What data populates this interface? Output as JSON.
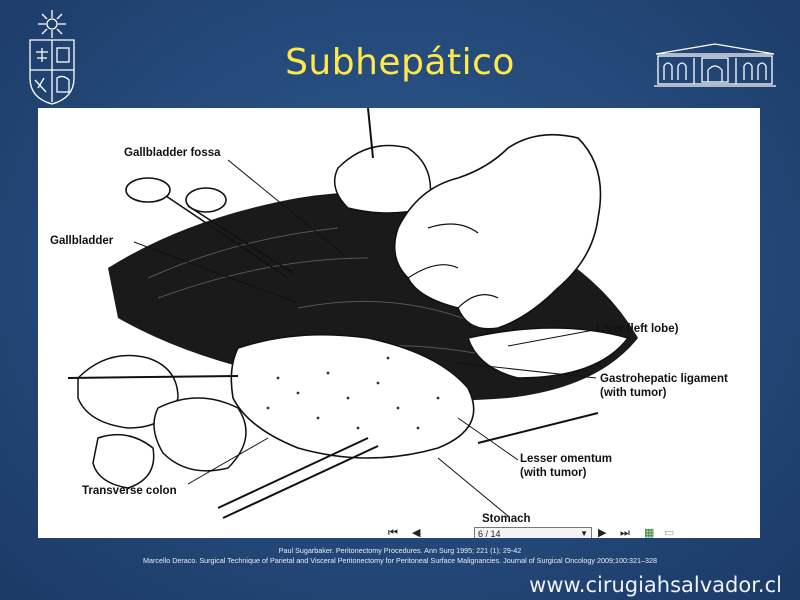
{
  "slide": {
    "title": "Subhepático",
    "website": "www.cirugiahsalvador.cl"
  },
  "figure": {
    "labels": {
      "gallbladder_fossa": "Gallbladder fossa",
      "gallbladder": "Gallbladder",
      "liver_left_lobe": "Liver (left lobe)",
      "gastrohepatic_ligament": "Gastrohepatic ligament\n(with tumor)",
      "lesser_omentum": "Lesser omentum\n(with tumor)",
      "transverse_colon": "Transverse colon",
      "stomach": "Stomach"
    }
  },
  "viewer_toolbar": {
    "page_indicator": "6 / 14",
    "dropdown_arrow": "chevron-down-icon"
  },
  "references": [
    "Paul Sugarbaker. Peritonectomy Procedures. Ann Surg 1995; 221 (1); 29-42",
    "Marcello Deraco. Surgical Technique of Parietal and Visceral Peritonectomy for Peritoneal Surface Malignancies. Journal of Surgical Oncology 2009;100:321–328"
  ],
  "colors": {
    "background": "#24497a",
    "title": "#ffe84a",
    "text_light": "#eef2f8"
  }
}
